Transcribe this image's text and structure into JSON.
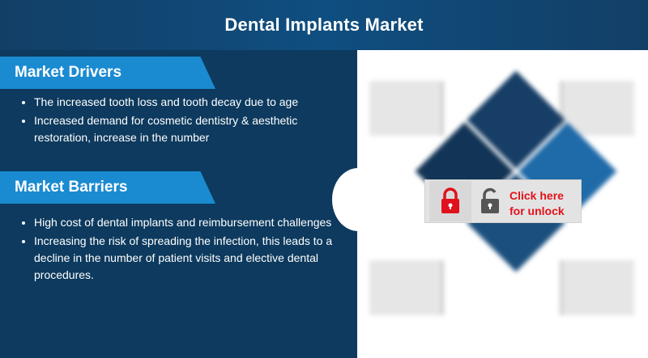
{
  "header": {
    "title": "Dental Implants Market"
  },
  "drivers": {
    "title": "Market Drivers",
    "items": [
      "The increased tooth loss and tooth decay due to age",
      " Increased demand for cosmetic dentistry & aesthetic restoration, increase in the number"
    ]
  },
  "barriers": {
    "title": "Market Barriers",
    "items": [
      "High cost of dental implants and reimbursement challenges",
      "Increasing the risk of spreading the infection, this leads to a decline in the number of patient visits and elective dental procedures."
    ]
  },
  "unlock": {
    "label": "Click here for unlock",
    "locked_icon": "lock-icon",
    "unlocked_icon": "unlock-icon",
    "text_color": "#e3121b"
  }
}
